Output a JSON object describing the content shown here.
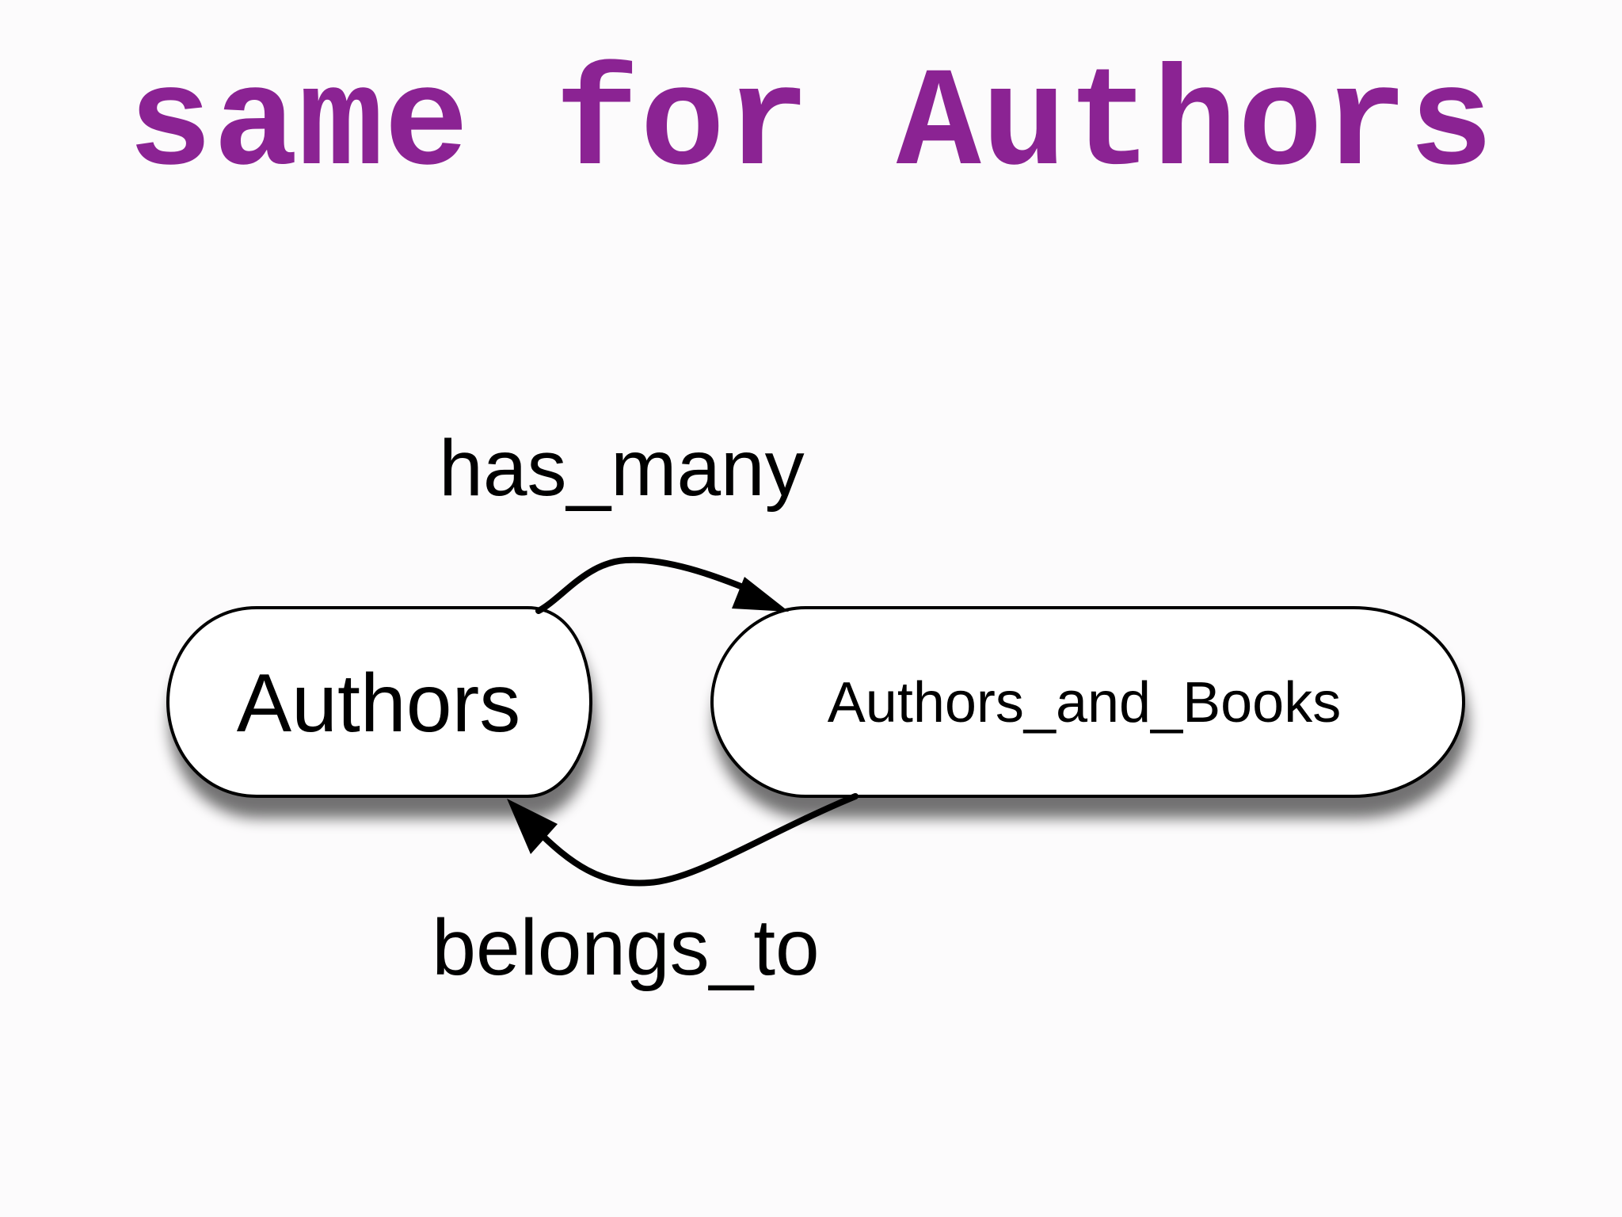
{
  "slide": {
    "title": "same for Authors"
  },
  "diagram": {
    "nodes": [
      {
        "id": "authors",
        "label": "Authors"
      },
      {
        "id": "authors_and_books",
        "label": "Authors_and_Books"
      }
    ],
    "edges": [
      {
        "from": "authors",
        "to": "authors_and_books",
        "label": "has_many"
      },
      {
        "from": "authors_and_books",
        "to": "authors",
        "label": "belongs_to"
      }
    ]
  },
  "colors": {
    "title": "#8b2393",
    "background": "#fcfbfc",
    "stroke": "#000000",
    "node_fill": "#ffffff"
  }
}
